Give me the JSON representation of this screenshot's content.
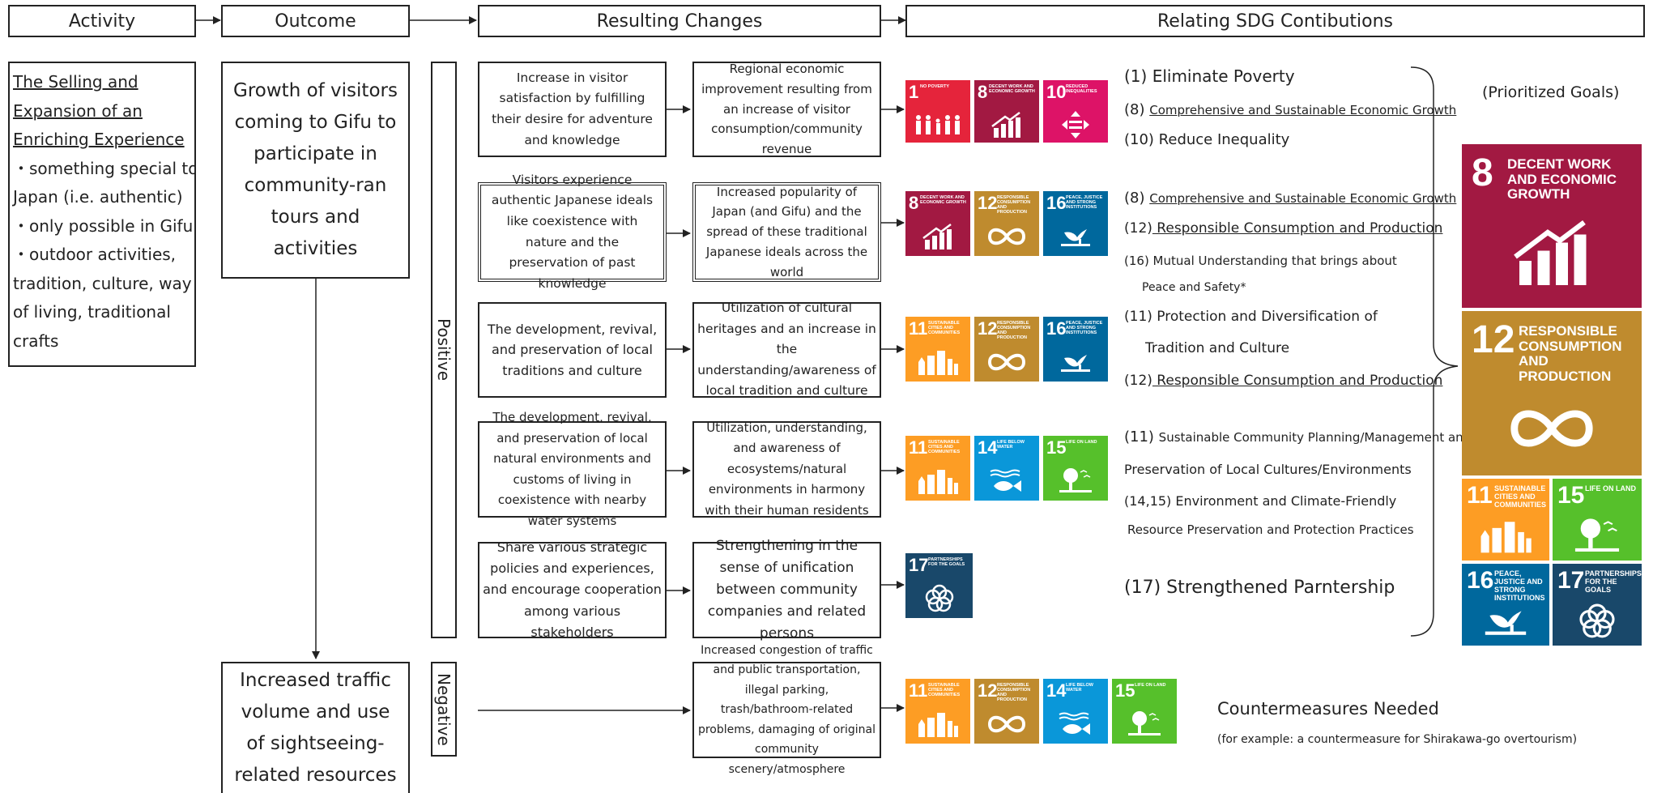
{
  "headers": {
    "activity": "Activity",
    "outcome": "Outcome",
    "changes": "Resulting Changes",
    "sdg": "Relating SDG Contibutions"
  },
  "activity": {
    "title_line1": "The Selling and",
    "title_line2": "Expansion of an",
    "title_line3": "Enriching Experience",
    "bullet1": "・something special to",
    "bullet1b": "Japan (i.e. authentic)",
    "bullet2": "・only possible in Gifu",
    "bullet3": "・outdoor activities,",
    "bullet3b": "tradition, culture, way",
    "bullet3c": "of living, traditional",
    "bullet3d": "crafts"
  },
  "outcomes": {
    "positive": "Growth of visitors coming to Gifu to participate in community-ran tours and activities",
    "negative": "Increased traffic volume and use of sightseeing-related resources"
  },
  "labels": {
    "positive": "Positive",
    "negative": "Negative"
  },
  "rows": [
    {
      "change": "Increase in visitor satisfaction by fulfilling their desire for adventure and knowledge",
      "result": "Regional economic improvement resulting from an increase of visitor consumption/community revenue"
    },
    {
      "change": "Visitors experience authentic Japanese ideals like coexistence with nature and the preservation of past knowledge",
      "result": "Increased popularity of Japan (and Gifu) and the spread of these traditional Japanese ideals across the world"
    },
    {
      "change": "The development, revival, and preservation of local traditions and culture",
      "result": "Utilization of cultural heritages and an increase in the understanding/awareness of local tradition and culture"
    },
    {
      "change": "The development, revival, and preservation of local natural environments and customs of living in coexistence with nearby water systems",
      "result": "Utilization, understanding, and awareness of ecosystems/natural environments in harmony with their human residents"
    },
    {
      "change": "Share various strategic policies and experiences, and encourage cooperation among various stakeholders",
      "result": "Strengthening in the sense of unification between community companies and related persons"
    }
  ],
  "negative_result": "Increased congestion of traffic and public transportation, illegal parking, trash/bathroom-related problems, damaging of original community scenery/atmosphere",
  "contributions": {
    "r1a": "(1) Eliminate Poverty",
    "r1b_num": "(8) ",
    "r1b": "Comprehensive and Sustainable Economic Growth",
    "r1c": "(10) Reduce Inequality",
    "r2a_num": "(8) ",
    "r2a": "Comprehensive and Sustainable Economic Growth",
    "r2b_num": "(12)",
    "r2b": " Responsible Consumption and Production",
    "r2c": "(16)  Mutual Understanding that brings about",
    "r2d": "Peace and Safety*",
    "r3a": "(11) Protection and Diversification of",
    "r3b": "Tradition and Culture",
    "r3c_num": "(12)",
    "r3c": " Responsible Consumption and Production",
    "r4a_num": "(11) ",
    "r4a": "Sustainable Community Planning/Management and",
    "r4b": "Preservation of Local Cultures/Environments",
    "r4c": "(14,15) Environment and Climate-Friendly",
    "r4d": "Resource Preservation and Protection Practices",
    "r5": "(17) Strengthened Parntership"
  },
  "countermeasures": {
    "title": "Countermeasures Needed",
    "example": "(for example: a countermeasure for Shirakawa-go overtourism)"
  },
  "prioritized": "(Prioritized Goals)",
  "sdg_goals": {
    "g1": {
      "num": "1",
      "title": "No Poverty",
      "color": "#E5243B"
    },
    "g8": {
      "num": "8",
      "title": "Decent Work and Economic Growth",
      "color": "#A21942"
    },
    "g10": {
      "num": "10",
      "title": "Reduced Inequalities",
      "color": "#DD1367"
    },
    "g11": {
      "num": "11",
      "title": "Sustainable Cities and Communities",
      "color": "#FD9D24"
    },
    "g12": {
      "num": "12",
      "title": "Responsible Consumption and Production",
      "color": "#BF8B2E"
    },
    "g14": {
      "num": "14",
      "title": "Life Below Water",
      "color": "#0A97D9"
    },
    "g15": {
      "num": "15",
      "title": "Life on Land",
      "color": "#56C02B"
    },
    "g16": {
      "num": "16",
      "title": "Peace, Justice and Strong Institutions",
      "color": "#00689D"
    },
    "g17": {
      "num": "17",
      "title": "Partnerships for the Goals",
      "color": "#19486A"
    }
  }
}
